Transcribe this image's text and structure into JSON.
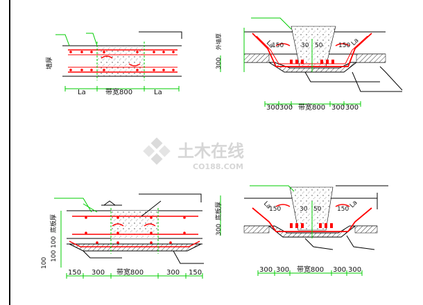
{
  "watermark": {
    "brand": "土木在线",
    "domain": "CO188.COM"
  },
  "detail_a": {
    "side_label": "墙厚",
    "dims": [
      "La",
      "带宽800",
      "La"
    ]
  },
  "detail_b": {
    "side_label": "外墙厚",
    "thickness": "300",
    "angles": [
      "La",
      "150",
      "30",
      "50",
      "150",
      "La"
    ],
    "dims": [
      "300",
      "300",
      "带宽800",
      "300",
      "300"
    ]
  },
  "detail_c": {
    "side_label": "底板厚",
    "thickness_1": "100",
    "thickness_2": "100",
    "thickness_3": "100",
    "dims": [
      "150",
      "300",
      "带宽800",
      "300",
      "150"
    ]
  },
  "detail_d": {
    "side_label": "底板厚",
    "thickness": "300",
    "angles": [
      "La",
      "150",
      "30",
      "50",
      "150",
      "La"
    ],
    "dims": [
      "300",
      "300",
      "带宽800",
      "300",
      "300"
    ]
  },
  "colors": {
    "rebar": "#ff0000",
    "leader": "#00cc00",
    "line": "#000000"
  }
}
